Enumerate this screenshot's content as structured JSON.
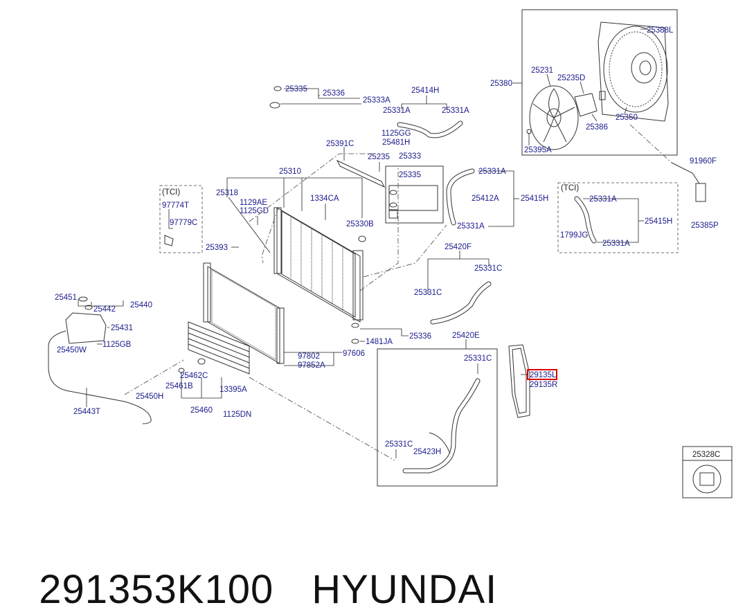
{
  "footer": {
    "part_number": "291353K100",
    "brand": "HYUNDAI"
  },
  "callouts": {
    "c25388L": "25388L",
    "c25380": "25380",
    "c25231": "25231",
    "c25235D": "25235D",
    "c25386": "25386",
    "c25350": "25350",
    "c25395A": "25395A",
    "c91960F": "91960F",
    "c25385P": "25385P",
    "c25335a": "25335",
    "c25336a": "25336",
    "c25333A": "25333A",
    "c25414H": "25414H",
    "c25331A1": "25331A",
    "c25331A2": "25331A",
    "c1125GG": "1125GG",
    "c25481H": "25481H",
    "c25391C": "25391C",
    "c25235": "25235",
    "c25333": "25333",
    "c25335b": "25335",
    "c25331A3": "25331A",
    "c25412A": "25412A",
    "c25415H": "25415H",
    "c25331A4": "25331A",
    "tci1": "(TCI)",
    "c25331A5": "25331A",
    "c25415H2": "25415H",
    "c1799JG": "1799JG",
    "c25331A6": "25331A",
    "c25310": "25310",
    "c25318": "25318",
    "tci2": "(TCI)",
    "c97774T": "97774T",
    "c97779C": "97779C",
    "c1129AE": "1129AE",
    "c1125GD": "1125GD",
    "c1334CA": "1334CA",
    "c25330B": "25330B",
    "c25393": "25393",
    "c25420F": "25420F",
    "c25331C1": "25331C",
    "c25331C2": "25331C",
    "c25451": "25451",
    "c25442": "25442",
    "c25440": "25440",
    "c25431": "25431",
    "c1125GB": "1125GB",
    "c25450W": "25450W",
    "c1481JA": "1481JA",
    "c25336b": "25336",
    "c25420E": "25420E",
    "c25331C3": "25331C",
    "c97802": "97802",
    "c97606": "97606",
    "c97852A": "97852A",
    "c25462C": "25462C",
    "c25461B": "25461B",
    "c13395A": "13395A",
    "c25450H": "25450H",
    "c25460": "25460",
    "c1125DN": "1125DN",
    "c25443T": "25443T",
    "c29135L": "29135L",
    "c29135R": "29135R",
    "c25331C4": "25331C",
    "c25423H": "25423H",
    "c25328C": "25328C"
  }
}
